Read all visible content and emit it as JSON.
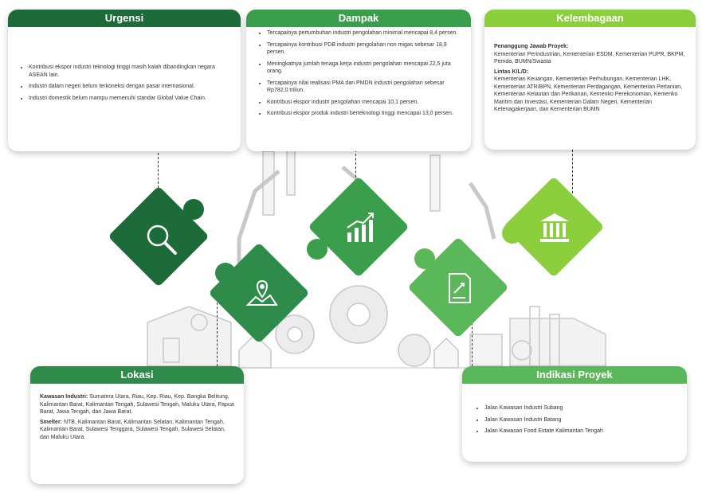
{
  "colors": {
    "dark_green": "#1e6b3a",
    "mid_green": "#2e8b4a",
    "light_green": "#5bb85a",
    "lime_green": "#8ccf3c"
  },
  "urgensi": {
    "title": "Urgensi",
    "items": [
      "Kontribusi ekspor industri teknologi tinggi masih kalah dibandingkan negara ASEAN lain.",
      "Industri dalam negeri belum terkoneksi dengan pasar internasional.",
      "Industri domestik belum mampu memenuhi standar Global Value Chain."
    ]
  },
  "dampak": {
    "title": "Dampak",
    "items": [
      "Tercapainya pertumbuhan industri pengolahan minimal mencapai 8,4 persen.",
      "Tercapainya kontribusi PDB industri pengolahan non migas sebesar 18,9 persen.",
      "Meningkatnya jumlah tenaga kerja industri pengolahan mencapai 22,5 juta orang.",
      "Tercapainya nilai realisasi PMA dan PMDN industri pengolahan sebesar Rp782,0 triliun.",
      "Kontribusi ekspor industri pengolahan mencapai 10,1 persen.",
      "Kontribusi ekspor produk industri berteknologi tinggi mencapai 13,0 persen."
    ]
  },
  "kelembagaan": {
    "title": "Kelembagaan",
    "pj_label": "Penanggung Jawab Proyek:",
    "pj_text": "Kementerian Perindustrian, Kementerian ESDM, Kementerian PUPR, BKPM, Pemda, BUMN/Swasta",
    "lintas_label": "Lintas K/L/D:",
    "lintas_text": "Kementerian Keuangan, Kementerian Perhubungan, Kementerian LHK, Kementerian ATR/BPN, Kementerian Perdagangan, Kementerian Pertanian, Kementerian Kelautan dan Perikanan, Kemenko Perekonomian, Kemenko Maritim dan Investasi, Kementerian Dalam Negeri, Kementerian Ketenagakerjaan, dan Kementerian BUMN"
  },
  "lokasi": {
    "title": "Lokasi",
    "kawasan_label": "Kawasan Industri:",
    "kawasan_text": "Sumatera Utara, Riau, Kep. Riau, Kep. Bangka Belitung, Kalimantan Barat, Kalimantan Tengah, Sulawesi Tengah, Maluku Utara, Papua Barat, Jawa Tengah, dan Jawa Barat.",
    "smelter_label": "Smelter:",
    "smelter_text": "NTB, Kalimantan Barat, Kalimantan Selatan, Kalimantan Tengah, Kalimantan Barat, Sulawesi Tenggara, Sulawesi Tengah, Sulawesi Selatan, dan Maluku Utara."
  },
  "indikasi": {
    "title": "Indikasi Proyek",
    "items": [
      "Jalan Kawasan Industri Subang",
      "Jalan Kawasan Industri Batang",
      "Jalan Kawasan Food Estate Kalimantan Tengah"
    ]
  },
  "icons": {
    "piece1": "magnifier-icon",
    "piece2": "map-pin-icon",
    "piece3": "growth-chart-icon",
    "piece4": "document-icon",
    "piece5": "institution-icon"
  }
}
